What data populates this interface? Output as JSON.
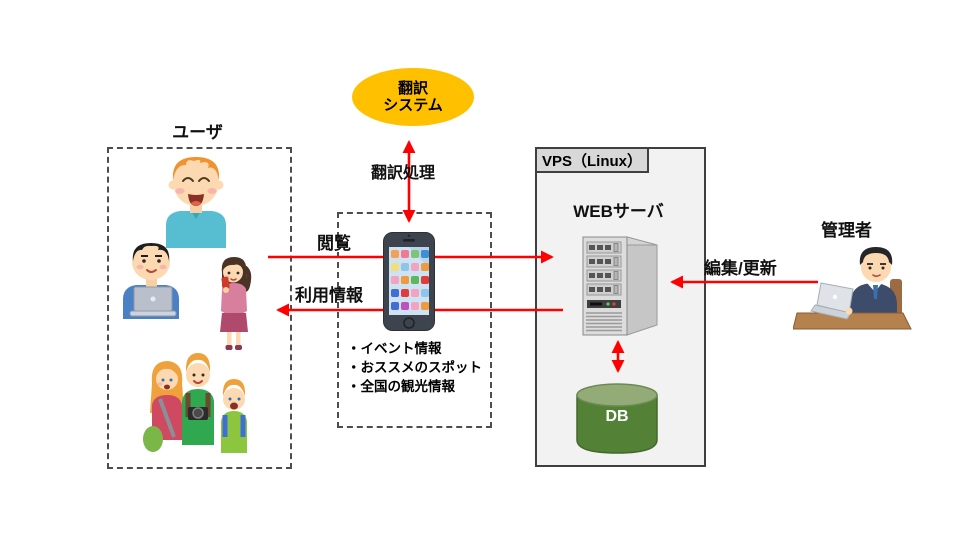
{
  "colors": {
    "arrow_red": "#FF0000",
    "translation_ellipse": "#FFC000",
    "vps_fill": "#F2F2F2",
    "vps_tab_fill": "#D8D8D8",
    "db_green": "#538135"
  },
  "user_group": {
    "label": "ユーザ"
  },
  "translation_system": {
    "line1": "翻訳",
    "line2": "システム",
    "process_label": "翻訳処理"
  },
  "flows": {
    "browse": "閲覧",
    "usage_info": "利用情報",
    "edit_update": "編集/更新"
  },
  "smartphone": {
    "notes": [
      "・イベント情報",
      "・おススメのスポット",
      "・全国の観光情報"
    ]
  },
  "vps": {
    "header": "VPS（Linux）",
    "web_server_label": "WEBサーバ",
    "db_label": "DB"
  },
  "admin": {
    "label": "管理者"
  }
}
